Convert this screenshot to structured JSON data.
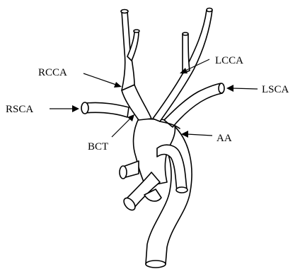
{
  "labels": {
    "rcca": "RCCA",
    "lcca": "LCCA",
    "lsca": "LSCA",
    "rsca": "RSCA",
    "bct": "BCT",
    "aa": "AA"
  },
  "colors": {
    "stroke": "#000000",
    "fill": "#ffffff"
  }
}
